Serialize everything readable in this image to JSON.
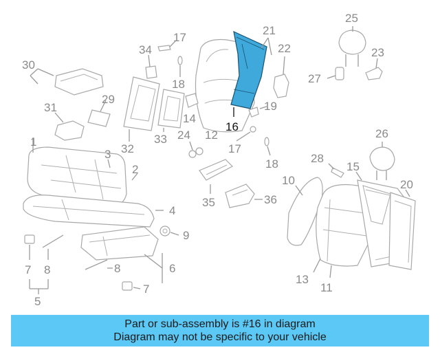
{
  "diagram": {
    "highlight_part": "16",
    "highlight_color": "#3fa9dc",
    "banner_color": "#5bc8f5",
    "callouts": {
      "c1": "1",
      "c2": "2",
      "c3": "3",
      "c4": "4",
      "c5": "5",
      "c6": "6",
      "c7a": "7",
      "c7b": "7",
      "c8a": "8",
      "c8b": "8",
      "c9": "9",
      "c10": "10",
      "c11": "11",
      "c12": "12",
      "c13": "13",
      "c14": "14",
      "c15": "15",
      "c16": "16",
      "c17a": "17",
      "c17b": "17",
      "c18a": "18",
      "c18b": "18",
      "c19": "19",
      "c20": "20",
      "c21": "21",
      "c22": "22",
      "c23": "23",
      "c24": "24",
      "c25": "25",
      "c26": "26",
      "c27": "27",
      "c28": "28",
      "c29": "29",
      "c30": "30",
      "c31": "31",
      "c32": "32",
      "c33": "33",
      "c34": "34",
      "c35": "35",
      "c36": "36"
    }
  },
  "banner": {
    "line1": "Part or sub-assembly is #16 in diagram",
    "line2": "Diagram may not be specific to your vehicle"
  }
}
